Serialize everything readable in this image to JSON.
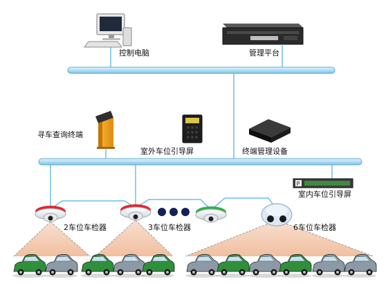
{
  "labels": {
    "control_pc": "控制电脑",
    "mgmt_platform": "管理平台",
    "query_terminal": "寻车查询终端",
    "outdoor_screen": "室外车位引导屏",
    "terminal_mgmt": "终端管理设备",
    "indoor_screen": "室内车位引导屏",
    "detector_2": "2车位车检器",
    "detector_3": "3车位车检器",
    "detector_6": "6车位车检器"
  },
  "colors": {
    "bus": "#bfe6f8",
    "bus_edge": "#5aa9d6",
    "line": "#6bbfe6",
    "red_ring": "#e8232b",
    "green_ring": "#2db34a",
    "cone": "#f3c8ac",
    "car_green": "#2f8f3a",
    "car_gray": "#8d9aa6"
  },
  "icons": {
    "dots": "ellipsis-icon"
  }
}
